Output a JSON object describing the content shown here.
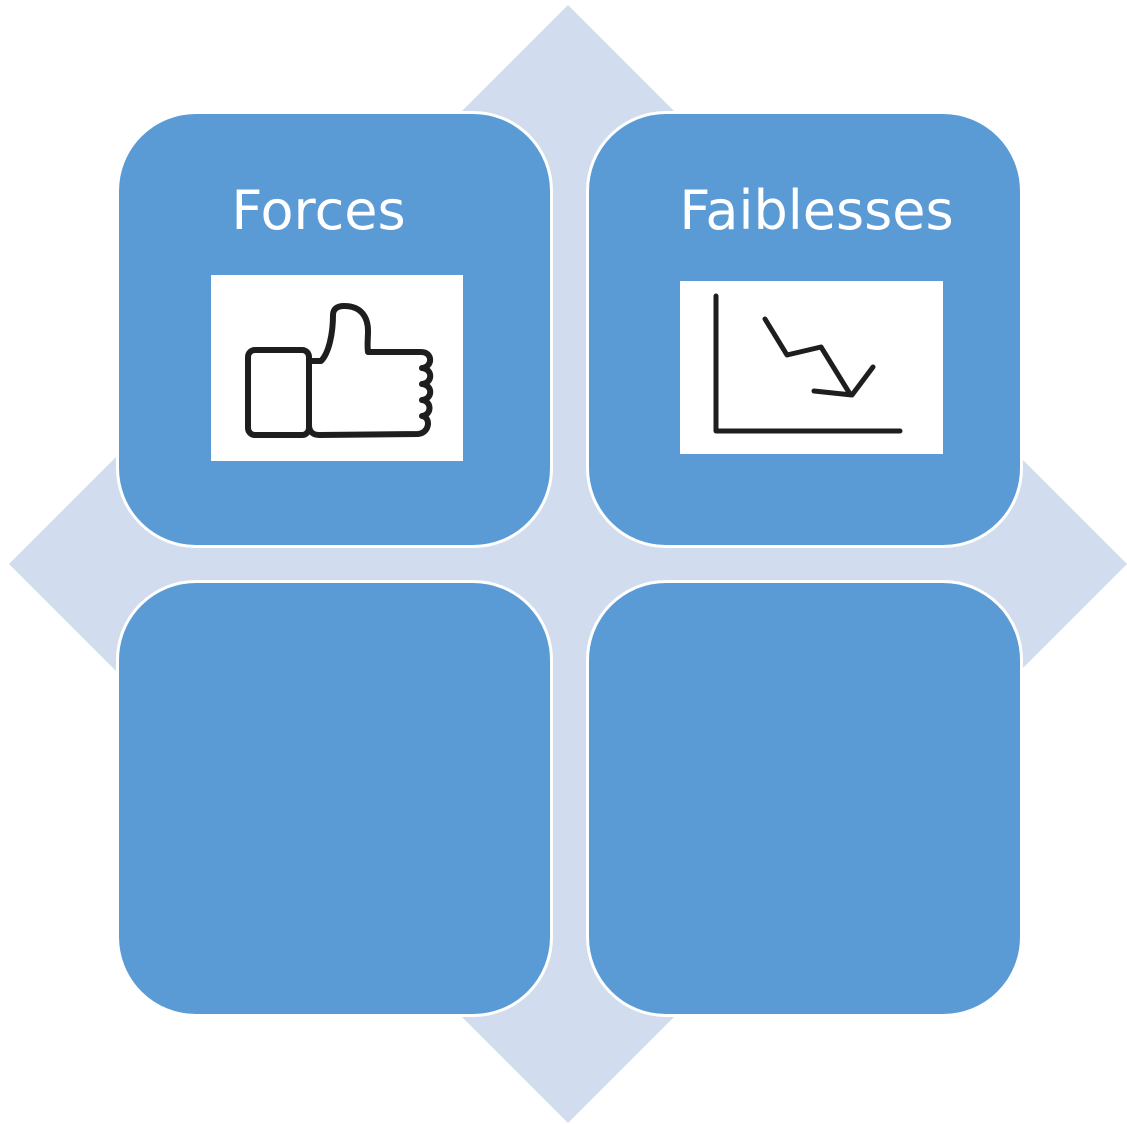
{
  "colors": {
    "diamond": "#d1ddee",
    "quadrant_fill": "#5b9bd5",
    "quadrant_border": "#ffffff",
    "title_text": "#ffffff",
    "icon_stroke": "#1e1e1e"
  },
  "quadrants": [
    {
      "id": "top-left",
      "title": "Forces",
      "icon": "thumbs-up-icon"
    },
    {
      "id": "top-right",
      "title": "Faiblesses",
      "icon": "declining-chart-icon"
    },
    {
      "id": "bottom-left",
      "title": "",
      "icon": ""
    },
    {
      "id": "bottom-right",
      "title": "",
      "icon": ""
    }
  ]
}
